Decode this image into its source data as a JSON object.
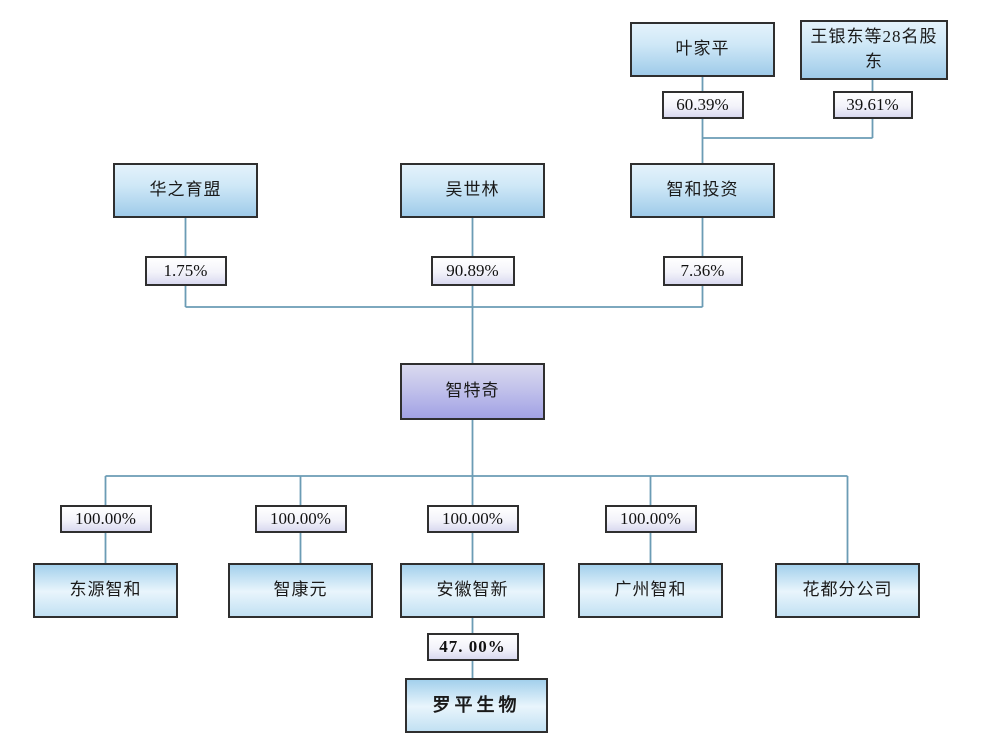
{
  "diagram": {
    "type": "equity-ownership-structure-chart",
    "background": "#ffffff"
  },
  "entities": {
    "ye_jiaping": "叶家平",
    "wang_yindong_28": "王银东等28名股东",
    "huazhi_yumeng": "华之育盟",
    "wu_shilin": "吴世林",
    "zhihe_investment": "智和投资",
    "zhiteqi": "智特奇",
    "dongyuan_zhihe": "东源智和",
    "zhikangyuan": "智康元",
    "anhui_zhixin": "安徽智新",
    "guangzhou_zhihe": "广州智和",
    "huadu_branch": "花都分公司",
    "luoping_bio": "罗平生物"
  },
  "percentages": {
    "ye_jiaping_in_zhihe": "60.39%",
    "wang_yindong_in_zhihe": "39.61%",
    "huazhi_in_zhiteqi": "1.75%",
    "wu_shilin_in_zhiteqi": "90.89%",
    "zhihe_in_zhiteqi": "7.36%",
    "zhiteqi_in_dongyuan": "100.00%",
    "zhiteqi_in_zhikangyuan": "100.00%",
    "zhiteqi_in_anhui": "100.00%",
    "zhiteqi_in_guangzhou": "100.00%",
    "anhui_in_luoping": "47. 00%"
  },
  "colors": {
    "blue_node_light": "#e9f5fc",
    "blue_node_dark": "#9fcbe9",
    "purple_node_light": "#dadaef",
    "purple_node_dark": "#a2a2e4",
    "pct_label_top": "#ffffff",
    "pct_label_bottom": "#d9d9f0",
    "connector_line": "#6b9cb5",
    "box_border": "#2f2f2f",
    "text": "#1a1a1a"
  }
}
